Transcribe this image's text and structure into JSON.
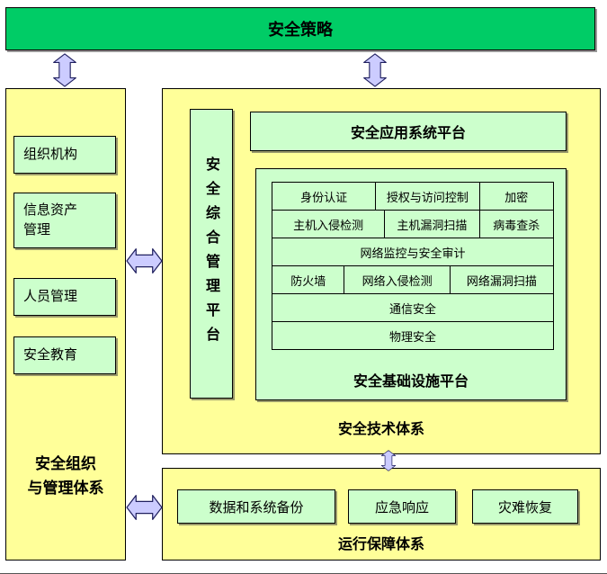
{
  "banner": {
    "label": "安全策略"
  },
  "left_panel": {
    "title": "安全组织\n与管理体系",
    "items": [
      {
        "label": "组织机构"
      },
      {
        "label": "信息资产\n管理"
      },
      {
        "label": "人员管理"
      },
      {
        "label": "安全教育"
      }
    ]
  },
  "tech_panel": {
    "title": "安全技术体系",
    "management_platform": "安全综合管理平台",
    "app_platform": "安全应用系统平台",
    "infrastructure": {
      "title": "安全基础设施平台",
      "grid": [
        [
          "身份认证",
          "授权与访问控制",
          "加密"
        ],
        [
          "主机入侵检测",
          "主机漏洞扫描",
          "病毒查杀"
        ],
        [
          "网络监控与安全审计"
        ],
        [
          "防火墙",
          "网络入侵检测",
          "网络漏洞扫描"
        ],
        [
          "通信安全"
        ],
        [
          "物理安全"
        ]
      ]
    }
  },
  "ops_panel": {
    "title": "运行保障体系",
    "items": [
      {
        "label": "数据和系统备份"
      },
      {
        "label": "应急响应"
      },
      {
        "label": "灾难恢复"
      }
    ]
  },
  "colors": {
    "banner": "#00CC66",
    "panel": "#FFFF99",
    "box": "#CCFFCC",
    "arrow_fill": "#CCCCFF",
    "arrow_stroke": "#202060"
  }
}
